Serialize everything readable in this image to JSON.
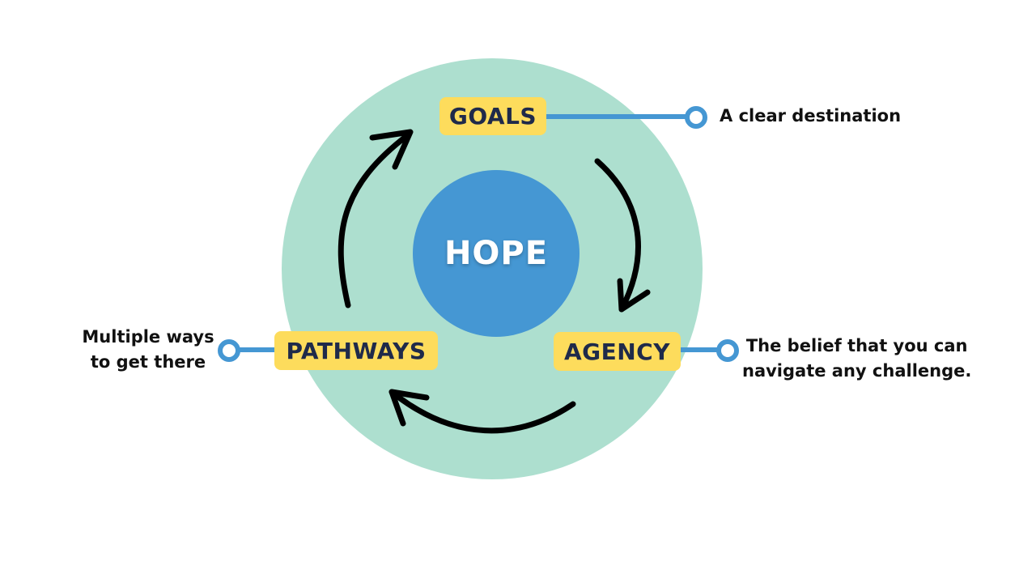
{
  "diagram": {
    "center": {
      "label": "HOPE"
    },
    "nodes": [
      {
        "id": "goals",
        "label": "GOALS",
        "description_lines": [
          "A clear destination"
        ]
      },
      {
        "id": "agency",
        "label": "AGENCY",
        "description_lines": [
          "The belief that you can",
          "navigate any challenge."
        ]
      },
      {
        "id": "pathways",
        "label": "PATHWAYS",
        "description_lines": [
          "Multiple ways",
          "to get there"
        ]
      }
    ],
    "cycle_direction": "clockwise",
    "cycle_order": [
      "GOALS",
      "AGENCY",
      "PATHWAYS"
    ]
  },
  "colors": {
    "outer_circle": "#addfcf",
    "center_circle": "#4597d3",
    "tag_fill": "#fddc5c",
    "tag_text": "#1f2a4a",
    "connector": "#4597d3",
    "arrow": "#000000",
    "description_text": "#111111"
  }
}
